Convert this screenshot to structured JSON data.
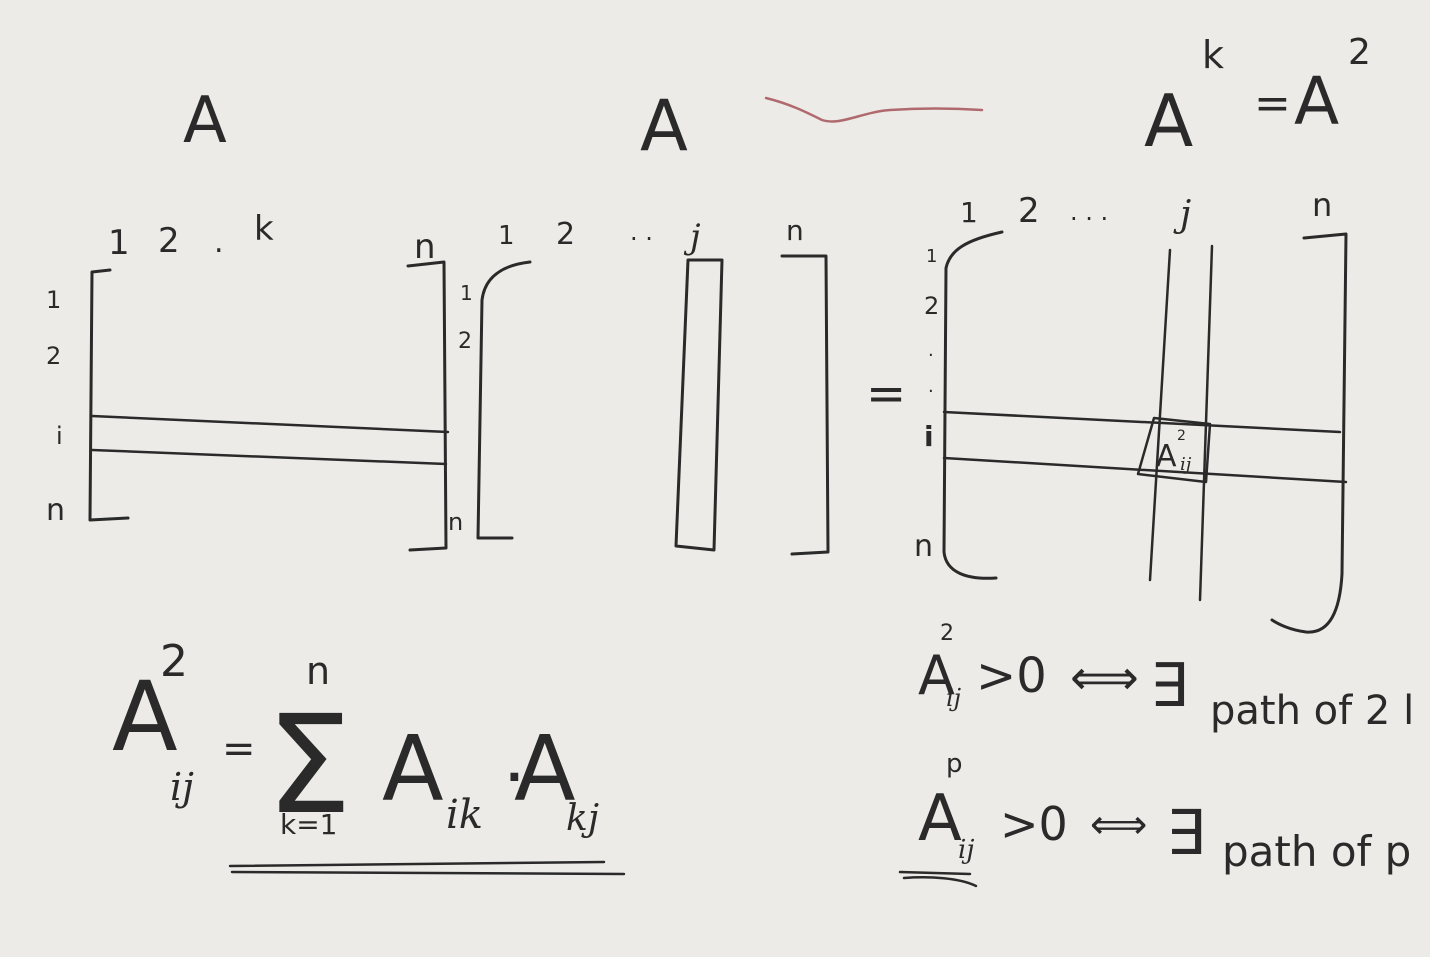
{
  "board": {
    "background": "#ecebe7",
    "ink_color": "#2a2a2a",
    "red_marker_color": "#b06a6e"
  },
  "matrix_left": {
    "title": "A",
    "col_labels": [
      "1",
      "2",
      ".",
      "k",
      "n"
    ],
    "row_labels": [
      "1",
      "2",
      "i",
      "n"
    ]
  },
  "matrix_mid": {
    "title": "A",
    "col_labels": [
      "1",
      "2",
      ". .",
      "j",
      "n"
    ],
    "row_labels": [
      "1",
      "2",
      "n"
    ]
  },
  "matrix_right": {
    "title_base": "A",
    "title_exp": "k",
    "eq": "=",
    "title_rhs": "A",
    "title_rhs_exp": "2",
    "col_labels": [
      "1",
      "2",
      ". . .",
      "j",
      "n"
    ],
    "row_labels": [
      "1",
      "2",
      ".",
      ".",
      "i",
      "n"
    ],
    "cell_base": "A",
    "cell_exp": "2",
    "cell_sub": "ij",
    "equals_sign": "="
  },
  "formula": {
    "lhs_base": "A",
    "lhs_exp": "2",
    "lhs_sub": "ij",
    "eq": "=",
    "sigma": "Σ",
    "sigma_top": "n",
    "sigma_bottom": "k=1",
    "term1_base": "A",
    "term1_sub": "ik",
    "dot": "·",
    "term2_base": "A",
    "term2_sub": "kj"
  },
  "statements": [
    {
      "base": "A",
      "exp": "2",
      "sub": "ij",
      "rel": ">0",
      "iff": "⟺",
      "exists": "∃",
      "text": "path of 2 l"
    },
    {
      "base": "A",
      "exp": "p",
      "sub": "ij",
      "rel": ">0",
      "iff": "⟺",
      "exists": "∃",
      "text": "path of p"
    }
  ]
}
